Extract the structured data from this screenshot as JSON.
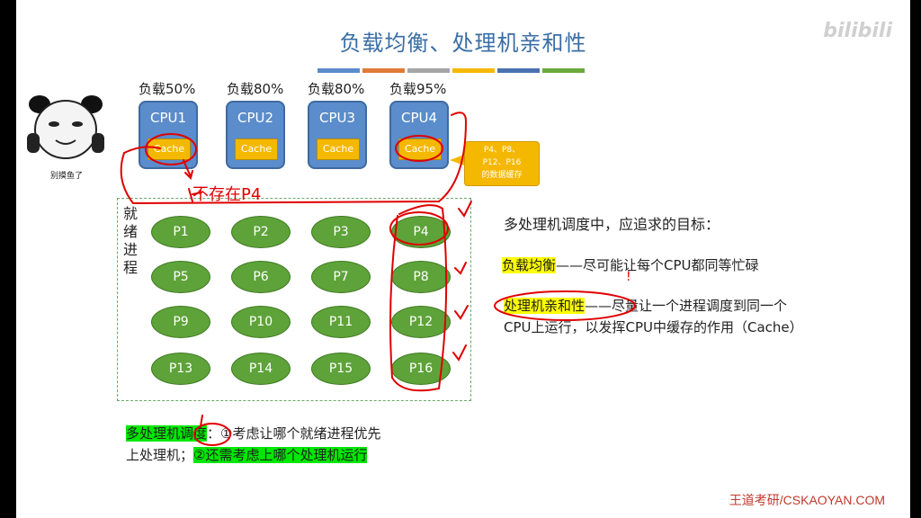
{
  "slide": {
    "title": "负载均衡、处理机亲和性",
    "watermark": "bilibili",
    "color_bars": [
      "#5b8ccb",
      "#e07b39",
      "#a5a5a5",
      "#f5b800",
      "#4a72b0",
      "#6aaa3c"
    ]
  },
  "cpus": [
    {
      "name": "CPU1",
      "load": "负载50%",
      "cache": "Cache"
    },
    {
      "name": "CPU2",
      "load": "负载80%",
      "cache": "Cache"
    },
    {
      "name": "CPU3",
      "load": "负载80%",
      "cache": "Cache"
    },
    {
      "name": "CPU4",
      "load": "负载95%",
      "cache": "Cache"
    }
  ],
  "callout": {
    "line1": "P4、P8、",
    "line2": "P12、P16",
    "line3": "的数据缓存"
  },
  "ready_queue": {
    "label": "就绪进程",
    "processes": [
      "P1",
      "P2",
      "P3",
      "P4",
      "P5",
      "P6",
      "P7",
      "P8",
      "P9",
      "P10",
      "P11",
      "P12",
      "P13",
      "P14",
      "P15",
      "P16"
    ]
  },
  "goals": {
    "title": "多处理机调度中，应追求的目标：",
    "load_balance_term": "负载均衡",
    "load_balance_desc": "——尽可能让每个CPU都同等忙碌",
    "affinity_term": "处理机亲和性",
    "affinity_desc_1": "——尽量让一个进程调度到同一个",
    "affinity_desc_2": "CPU上运行，以发挥CPU中缓存的作用（Cache）"
  },
  "bottom": {
    "term": "多处理机调度",
    "part1": "：①考虑让哪个就绪进程优先",
    "part2": "上处理机；",
    "part3": "②还需考虑上哪个处理机运行"
  },
  "meme": {
    "caption": "别摸鱼了"
  },
  "handwriting": {
    "note": "不存在P4",
    "mark": "!"
  },
  "footer": "王道考研/CSKAOYAN.COM"
}
